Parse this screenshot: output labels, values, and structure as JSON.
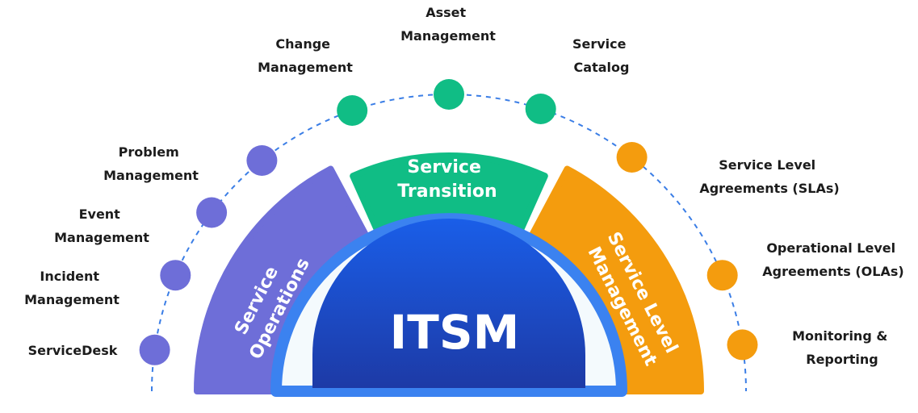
{
  "colors": {
    "purple": "#6e6ed8",
    "green": "#10bd85",
    "orange": "#f49c0e",
    "blue_ring": "#3b82f0",
    "core_top": "#1a5ee8",
    "core_bottom": "#1d3aa6",
    "dash": "#3b7ee6",
    "label": "#1c1c1c"
  },
  "core": {
    "label": "ITSM"
  },
  "segments": [
    {
      "id": "operations",
      "lines": [
        "Service",
        "Operations"
      ],
      "color": "purple"
    },
    {
      "id": "transition",
      "lines": [
        "Service",
        "Transition"
      ],
      "color": "green"
    },
    {
      "id": "level",
      "lines": [
        "Service Level",
        "Management"
      ],
      "color": "orange"
    }
  ],
  "nodes": [
    {
      "id": "servicedesk",
      "lines": [
        "ServiceDesk"
      ],
      "color": "purple"
    },
    {
      "id": "incident",
      "lines": [
        "Incident",
        "Management"
      ],
      "color": "purple"
    },
    {
      "id": "event",
      "lines": [
        "Event",
        "Management"
      ],
      "color": "purple"
    },
    {
      "id": "problem",
      "lines": [
        "Problem",
        "Management"
      ],
      "color": "purple"
    },
    {
      "id": "change",
      "lines": [
        "Change",
        "Management"
      ],
      "color": "green"
    },
    {
      "id": "asset",
      "lines": [
        "Asset",
        "Management"
      ],
      "color": "green"
    },
    {
      "id": "catalog",
      "lines": [
        "Service",
        "Catalog"
      ],
      "color": "green"
    },
    {
      "id": "slas",
      "lines": [
        "Service Level",
        "Agreements (SLAs)"
      ],
      "color": "orange"
    },
    {
      "id": "olas",
      "lines": [
        "Operational Level",
        "Agreements (OLAs)"
      ],
      "color": "orange"
    },
    {
      "id": "monitoring",
      "lines": [
        "Monitoring &",
        "Reporting"
      ],
      "color": "orange"
    }
  ]
}
